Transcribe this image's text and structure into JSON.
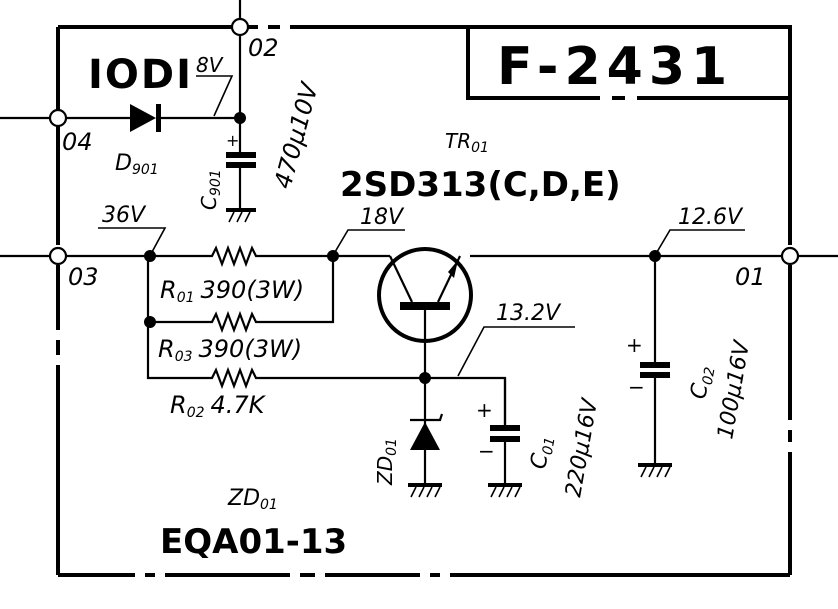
{
  "title": "F-2431",
  "board_label": "F-2431",
  "terminals": {
    "t01": "01",
    "t02": "02",
    "t03": "03",
    "t04": "04"
  },
  "voltages": {
    "v8": "8V",
    "v36": "36V",
    "v18": "18V",
    "v12_6": "12.6V",
    "v13_2": "13.2V"
  },
  "components": {
    "diode": {
      "ref_main": "D",
      "ref_sub": "901",
      "part": "IODI"
    },
    "c901": {
      "ref_main": "C",
      "ref_sub": "901",
      "value": "470µ10V",
      "plus": "+"
    },
    "tr01": {
      "ref_main": "TR",
      "ref_sub": "01",
      "part": "2SD313(C,D,E)"
    },
    "r01": {
      "ref_main": "R",
      "ref_sub": "01",
      "value": "390(3W)"
    },
    "r03": {
      "ref_main": "R",
      "ref_sub": "03",
      "value": "390(3W)"
    },
    "r02": {
      "ref_main": "R",
      "ref_sub": "02",
      "value": "4.7K"
    },
    "zd01": {
      "ref_main": "ZD",
      "ref_sub": "01",
      "part": "EQA01-13"
    },
    "c01": {
      "ref_main": "C",
      "ref_sub": "01",
      "value": "220µ16V",
      "plus": "+",
      "minus": "−"
    },
    "c02": {
      "ref_main": "C",
      "ref_sub": "02",
      "value": "100µ16V",
      "plus": "+",
      "minus": "−"
    }
  }
}
